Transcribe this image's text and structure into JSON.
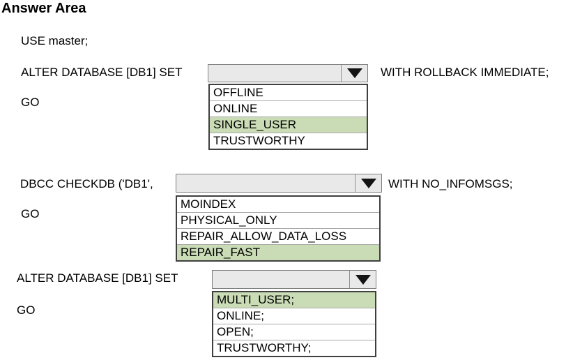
{
  "title": "Answer Area",
  "colors": {
    "highlight_green": "#cadcb6",
    "select_fill": "#e9e9e9",
    "select_border": "#7f7f7f",
    "list_border": "#3f3f3f",
    "text": "#000000"
  },
  "icons": {
    "dropdown_arrow": "down-triangle"
  },
  "use_statement": "USE master;",
  "blocks": [
    {
      "label": "ALTER DATABASE [DB1] SET",
      "suffix": "WITH ROLLBACK IMMEDIATE;",
      "go": "GO",
      "dropdown": {
        "selected_value": "",
        "options": [
          {
            "text": "OFFLINE",
            "selected": false
          },
          {
            "text": "ONLINE",
            "selected": false
          },
          {
            "text": "SINGLE_USER",
            "selected": true
          },
          {
            "text": "TRUSTWORTHY",
            "selected": false
          }
        ]
      }
    },
    {
      "label": "DBCC CHECKDB ('DB1',",
      "suffix": "WITH NO_INFOMSGS;",
      "go": "GO",
      "dropdown": {
        "selected_value": "",
        "options": [
          {
            "text": "MOINDEX",
            "selected": false
          },
          {
            "text": "PHYSICAL_ONLY",
            "selected": false
          },
          {
            "text": "REPAIR_ALLOW_DATA_LOSS",
            "selected": false
          },
          {
            "text": "REPAIR_FAST",
            "selected": true
          }
        ]
      }
    },
    {
      "label": "ALTER DATABASE [DB1] SET",
      "suffix": "",
      "go": "GO",
      "dropdown": {
        "selected_value": "",
        "options": [
          {
            "text": "MULTI_USER;",
            "selected": true
          },
          {
            "text": "ONLINE;",
            "selected": false
          },
          {
            "text": "OPEN;",
            "selected": false
          },
          {
            "text": "TRUSTWORTHY;",
            "selected": false
          }
        ]
      }
    }
  ]
}
